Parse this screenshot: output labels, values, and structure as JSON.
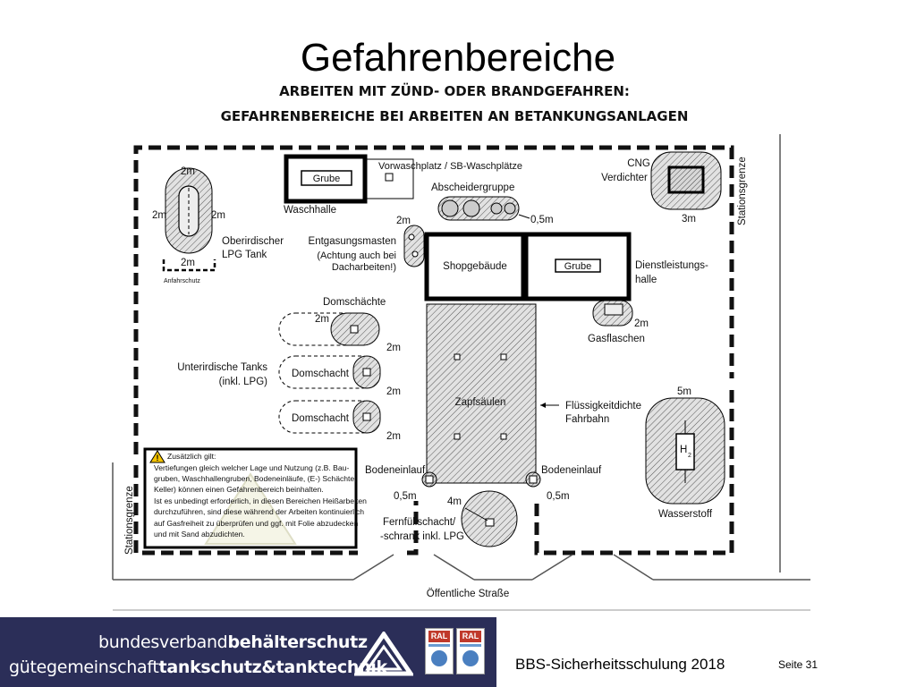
{
  "slide": {
    "title": "Gefahrenbereiche"
  },
  "diagram": {
    "heading_line1": "ARBEITEN MIT ZÜND- ODER BRANDGEFAHREN:",
    "heading_line2": "GEFAHRENBEREICHE BEI ARBEITEN AN BETANKUNGSANLAGEN",
    "labels": {
      "grube_wash": "Grube",
      "vorwaschplatz": "Vorwaschplatz / SB-Waschplätze",
      "waschhalle": "Waschhalle",
      "abscheidergruppe": "Abscheidergruppe",
      "abscheider_dist": "0,5m",
      "cng_line1": "CNG",
      "cng_line2": "Verdichter",
      "cng_dist": "3m",
      "stationsgrenze_right": "Stationsgrenze",
      "lpg_top": "2m",
      "lpg_left": "2m",
      "lpg_right": "2m",
      "lpg_bottom": "2m",
      "lpg_line1": "Oberirdischer",
      "lpg_line2": "LPG Tank",
      "anfahrschutz": "Anfahrschutz",
      "entgasung_dist": "2m",
      "entgasung_line1": "Entgasungsmasten",
      "entgasung_line2": "(Achtung auch bei",
      "entgasung_line3": "Dacharbeiten!)",
      "shopgebaeude": "Shopgebäude",
      "grube_service": "Grube",
      "dienst_line1": "Dienstleistungs-",
      "dienst_line2": "halle",
      "domschaechte": "Domschächte",
      "dom1_left": "2m",
      "dom1_right": "2m",
      "gas_dist": "2m",
      "gasflaschen": "Gasflaschen",
      "tanks_line1": "Unterirdische Tanks",
      "tanks_line2": "(inkl. LPG)",
      "domschacht2": "Domschacht",
      "dom2_dist": "2m",
      "domschacht3": "Domschacht",
      "dom3_dist": "2m",
      "zapfsaeulen": "Zapfsäulen",
      "fluessig_line1": "Flüssigkeitdichte",
      "fluessig_line2": "Fahrbahn",
      "h2_dist": "5m",
      "h2_symbol": "H",
      "h2_sub": "2",
      "wasserstoff": "Wasserstoff",
      "bodeneinlauf_left": "Bodeneinlauf",
      "bodeneinlauf_right": "Bodeneinlauf",
      "boden_dist_left": "0,5m",
      "boden_dist_right": "0,5m",
      "fern_dist": "4m",
      "fern_line1": "Fernfüllschacht/",
      "fern_line2": "-schrank inkl. LPG",
      "stationsgrenze_left": "Stationsgrenze",
      "strasse": "Öffentliche Straße"
    },
    "warning": {
      "title": "Zusätzlich gilt:",
      "lines": [
        "Vertiefungen gleich welcher Lage und Nutzung (z.B. Bau-",
        "gruben,  Waschhallengruben,  Bodeneinläufe,  (E-)  Schächte,",
        "Keller) können einen Gefahrenbereich beinhalten.",
        "Ist es unbedingt erforderlich, in diesen Bereichen Heißarbeiten",
        "durchzuführen, sind diese während der Arbeiten kontinuierlich",
        "auf Gasfreiheit zu überprüfen und ggf. mit Folie abzudecken",
        "und mit Sand abzudichten."
      ]
    }
  },
  "footer": {
    "brand_line1_light": "bundesverband",
    "brand_line1_bold": "behälterschutz",
    "brand_line2_light": "gütegemeinschaft",
    "brand_line2_bold": "tankschutz&tanktechnik",
    "ral_label": "RAL",
    "course": "BBS-Sicherheitsschulung 2018",
    "page": "Seite 31"
  },
  "colors": {
    "footer_band": "#2b2e58",
    "hatch_fill": "#d6d6d6",
    "ral_red": "#c0392b"
  }
}
